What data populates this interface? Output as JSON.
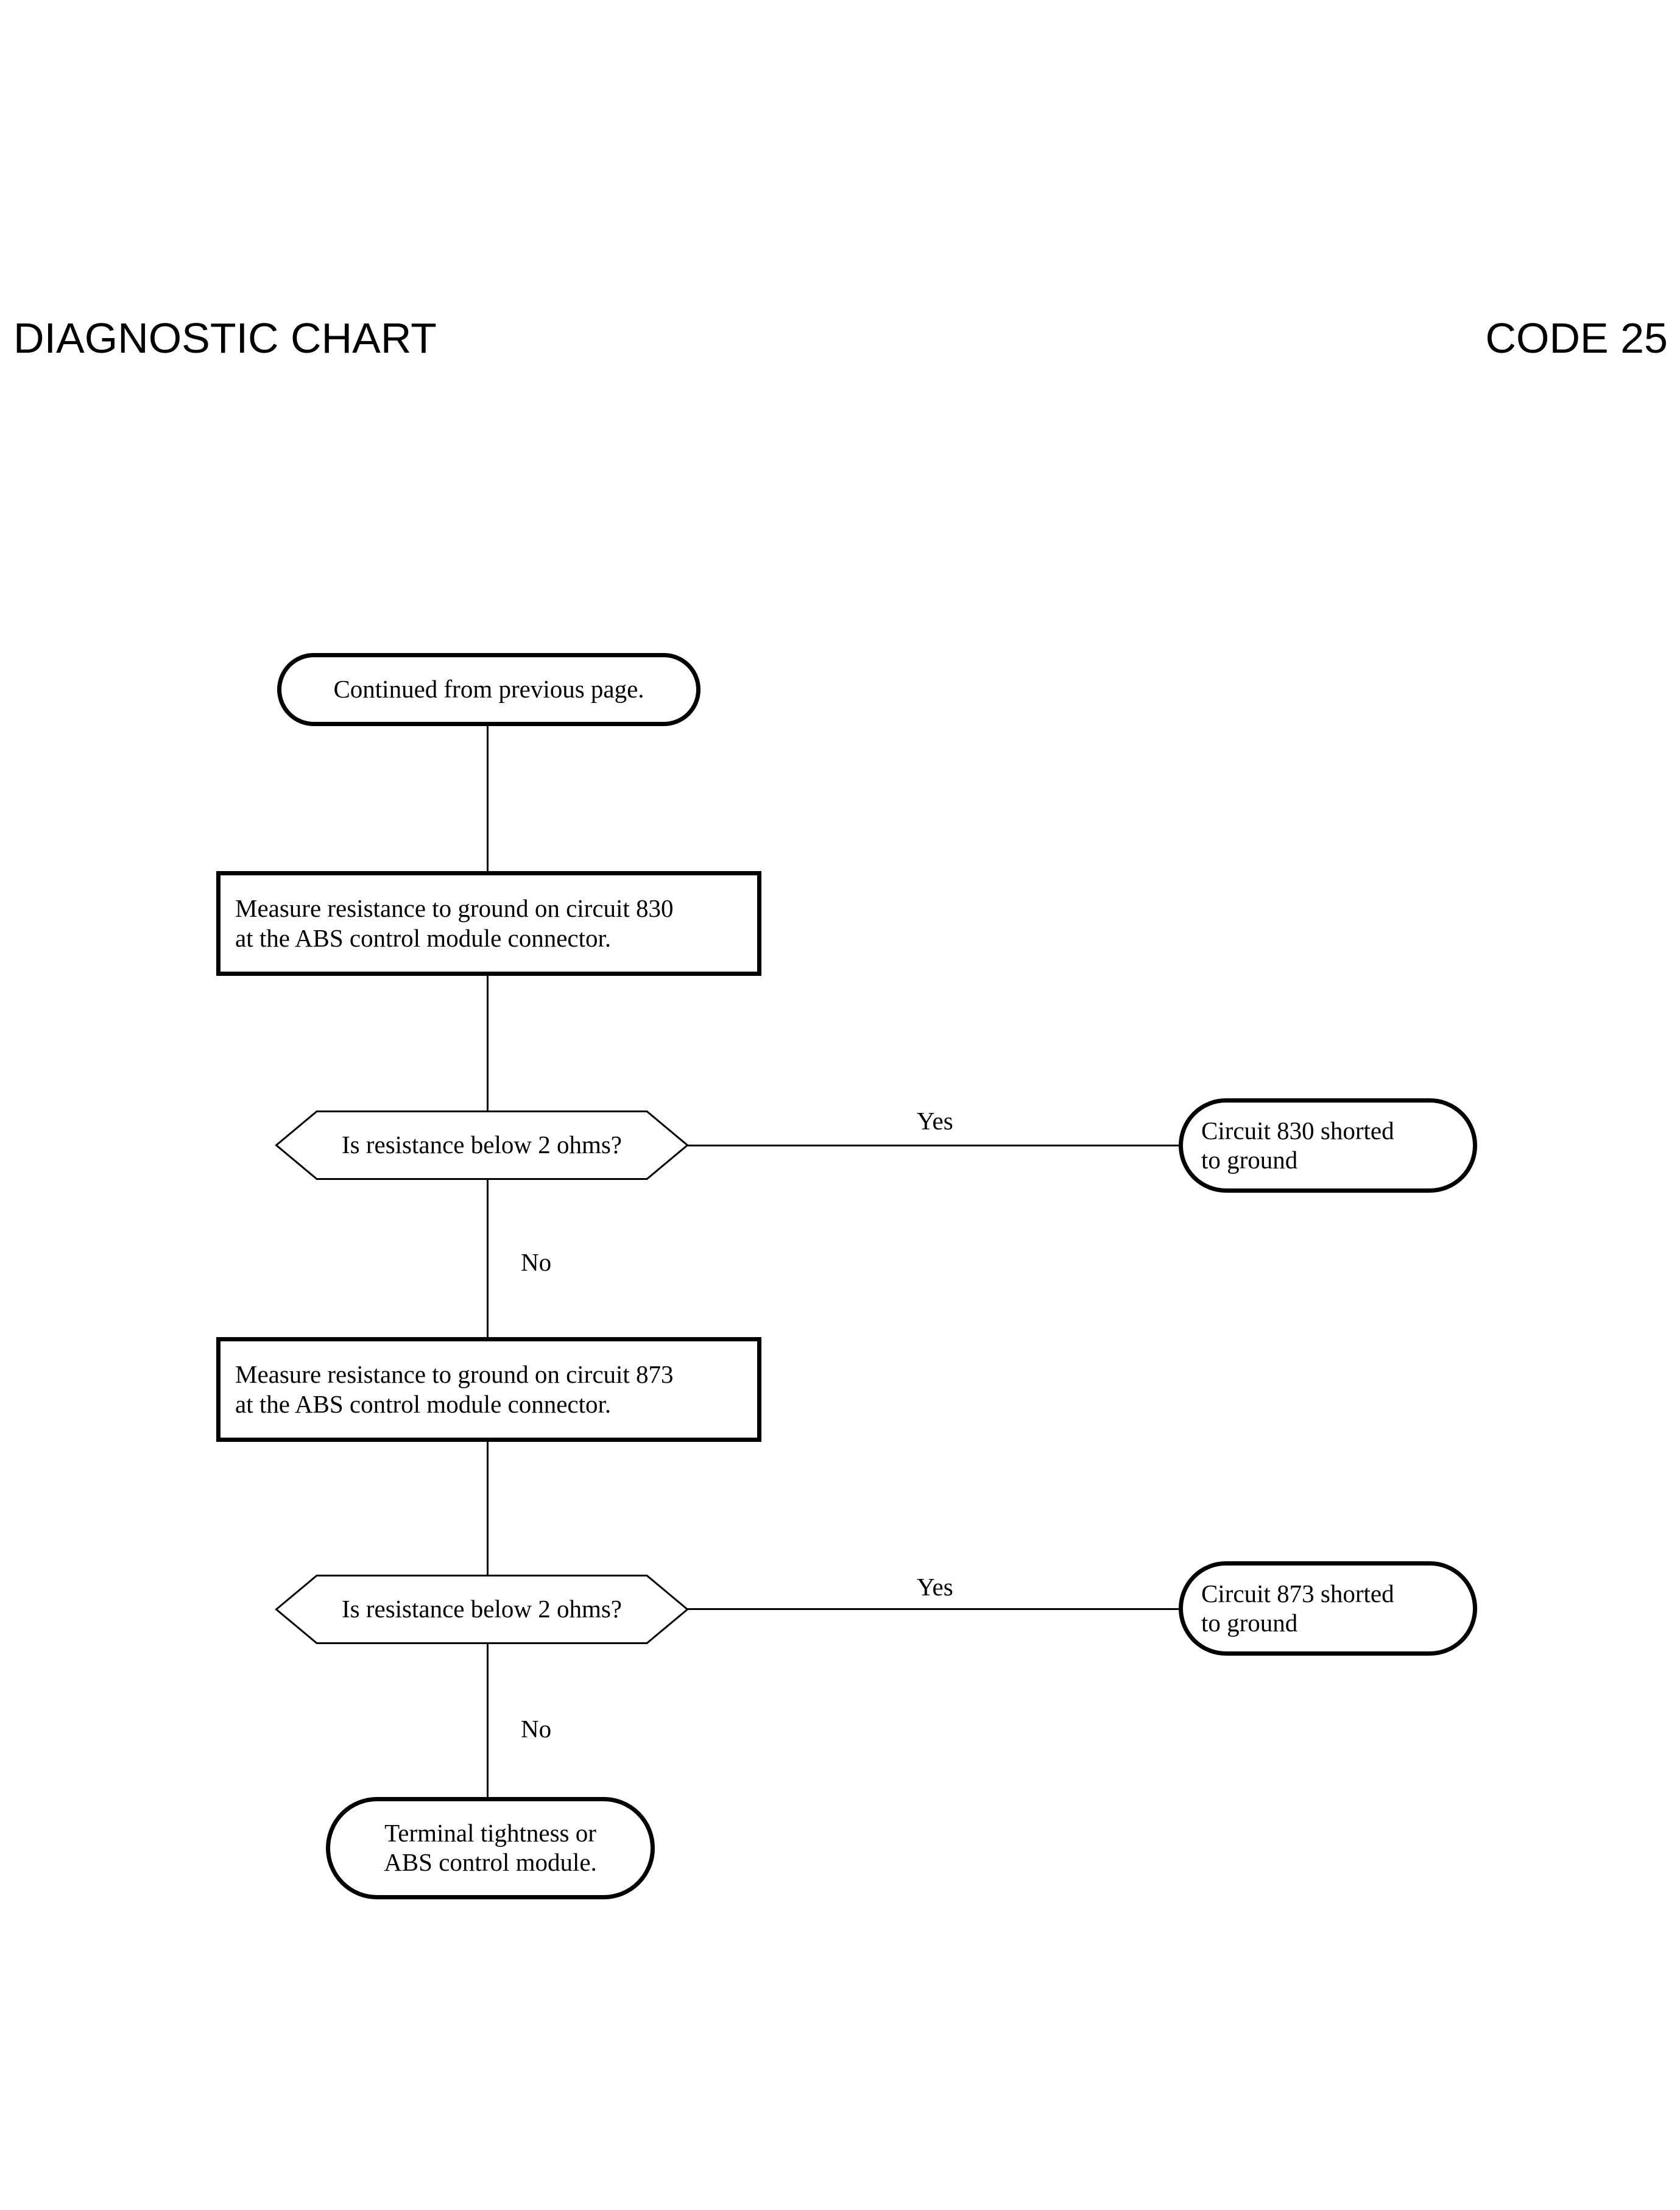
{
  "page": {
    "title_left": "DIAGNOSTIC CHART",
    "title_right": "CODE 25",
    "background_color": "#ffffff",
    "ink_color": "#000000"
  },
  "chart_data": {
    "type": "diagram",
    "diagram_kind": "flowchart",
    "title": "DIAGNOSTIC CHART",
    "code": "CODE 25",
    "orientation": "top-to-bottom",
    "nodes": [
      {
        "id": "start",
        "shape": "terminal",
        "text": "Continued from previous page.",
        "lines": [
          "Continued from previous page."
        ]
      },
      {
        "id": "measure830",
        "shape": "process",
        "text": "Measure resistance to ground on circuit 830 at the ABS control module connector.",
        "lines": [
          "Measure resistance to ground on circuit 830",
          "at the ABS control module connector."
        ]
      },
      {
        "id": "decision830",
        "shape": "decision",
        "text": "Is resistance below 2 ohms?",
        "lines": [
          "Is resistance below 2 ohms?"
        ]
      },
      {
        "id": "short830",
        "shape": "terminal",
        "text": "Circuit 830 shorted to ground",
        "lines": [
          "Circuit 830 shorted",
          "to ground"
        ]
      },
      {
        "id": "measure873",
        "shape": "process",
        "text": "Measure resistance to ground on circuit 873 at the ABS control module connector.",
        "lines": [
          "Measure resistance to ground on circuit 873",
          "at the ABS control module connector."
        ]
      },
      {
        "id": "decision873",
        "shape": "decision",
        "text": "Is resistance below 2 ohms?",
        "lines": [
          "Is resistance below 2 ohms?"
        ]
      },
      {
        "id": "short873",
        "shape": "terminal",
        "text": "Circuit 873 shorted to ground",
        "lines": [
          "Circuit 873 shorted",
          "to ground"
        ]
      },
      {
        "id": "terminal_end",
        "shape": "terminal",
        "text": "Terminal tightness or ABS control module.",
        "lines": [
          "Terminal tightness or",
          "ABS control module."
        ]
      }
    ],
    "edges": [
      {
        "from": "start",
        "to": "measure830",
        "label": ""
      },
      {
        "from": "measure830",
        "to": "decision830",
        "label": ""
      },
      {
        "from": "decision830",
        "to": "short830",
        "label": "Yes"
      },
      {
        "from": "decision830",
        "to": "measure873",
        "label": "No"
      },
      {
        "from": "measure873",
        "to": "decision873",
        "label": ""
      },
      {
        "from": "decision873",
        "to": "short873",
        "label": "Yes"
      },
      {
        "from": "decision873",
        "to": "terminal_end",
        "label": "No"
      }
    ],
    "edge_labels": {
      "yes_1": "Yes",
      "no_1": "No",
      "yes_2": "Yes",
      "no_2": "No"
    }
  }
}
